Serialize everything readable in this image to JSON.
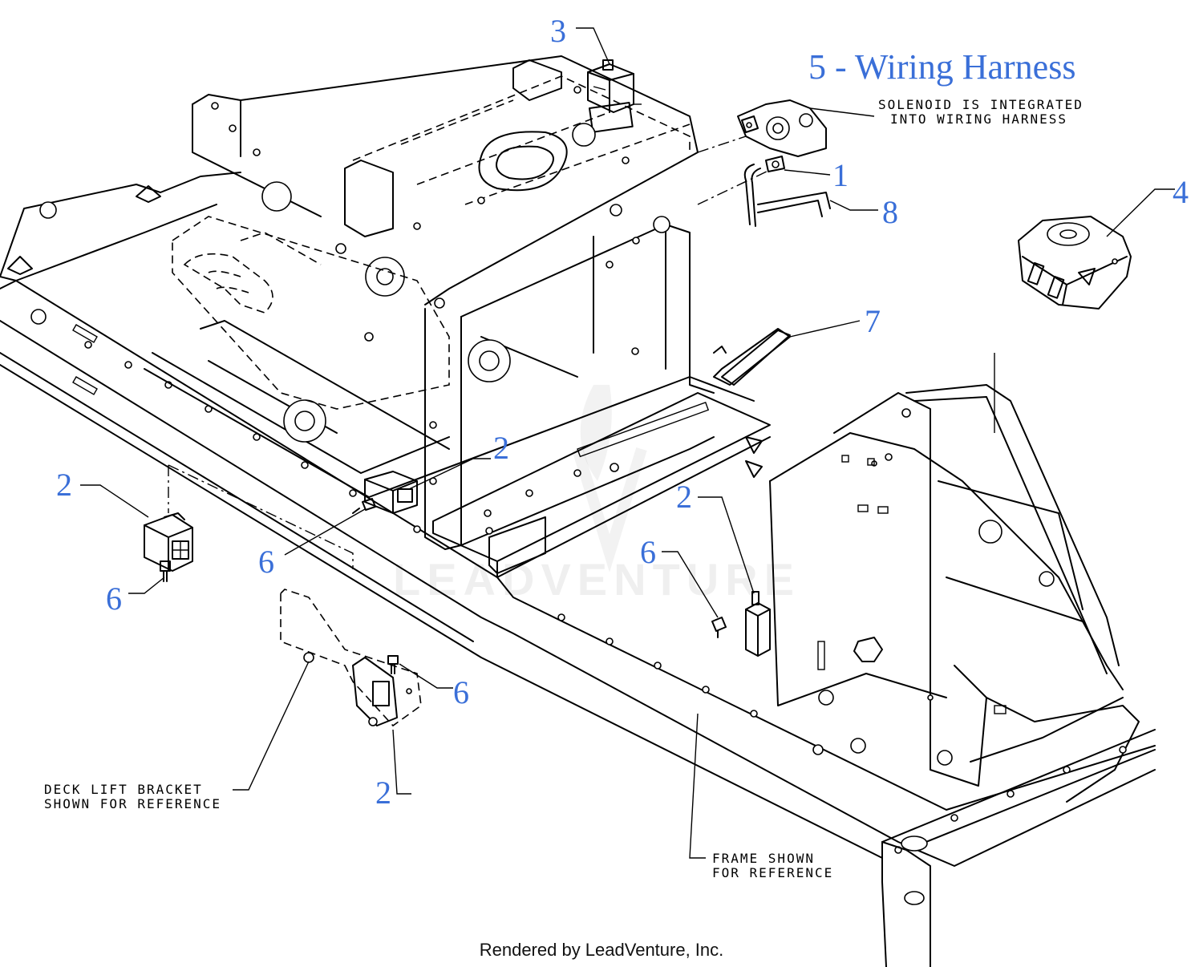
{
  "title": "5 - Wiring Harness",
  "notes": {
    "solenoid": [
      "SOLENOID IS INTEGRATED",
      "INTO WIRING HARNESS"
    ],
    "deck_bracket": [
      "DECK LIFT BRACKET",
      "SHOWN FOR REFERENCE"
    ],
    "frame": [
      "FRAME SHOWN",
      "FOR REFERENCE"
    ]
  },
  "callouts": {
    "c1": "1",
    "c2a": "2",
    "c2b": "2",
    "c2c": "2",
    "c2d": "2",
    "c3": "3",
    "c4": "4",
    "c6a": "6",
    "c6b": "6",
    "c6c": "6",
    "c6d": "6",
    "c7": "7",
    "c8": "8"
  },
  "watermark": "LEADVENTURE",
  "credit": "Rendered by LeadVenture, Inc.",
  "colors": {
    "callout": "#3a6fd8",
    "ink": "#000000"
  }
}
